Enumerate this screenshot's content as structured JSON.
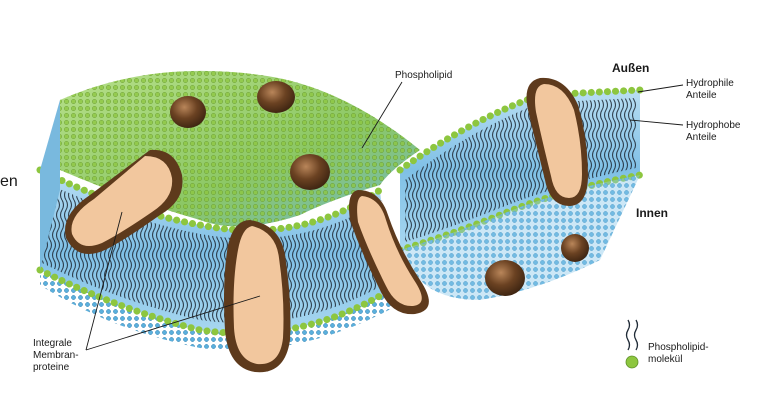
{
  "labels": {
    "phospholipid": "Phospholipid",
    "aussen": "Außen",
    "hydrophile_1": "Hydrophile",
    "hydrophile_2": "Anteile",
    "hydrophobe_1": "Hydrophobe",
    "hydrophobe_2": "Anteile",
    "innen": "Innen",
    "left_fragment": "en",
    "integrale_1": "Integrale",
    "integrale_2": "Membran-",
    "integrale_3": "proteine",
    "legend_1": "Phospholipid-",
    "legend_2": "molekül"
  },
  "colors": {
    "head_green": "#8dc63f",
    "head_blue": "#4fa6d8",
    "tail_wave": "#1f2a36",
    "membrane_face": "#8ec9ea",
    "membrane_top": "#9ed36a",
    "protein_face": "#f2c79e",
    "protein_brown": "#5e3a1c"
  },
  "icons": [
    "phospholipid-molecule-icon"
  ]
}
